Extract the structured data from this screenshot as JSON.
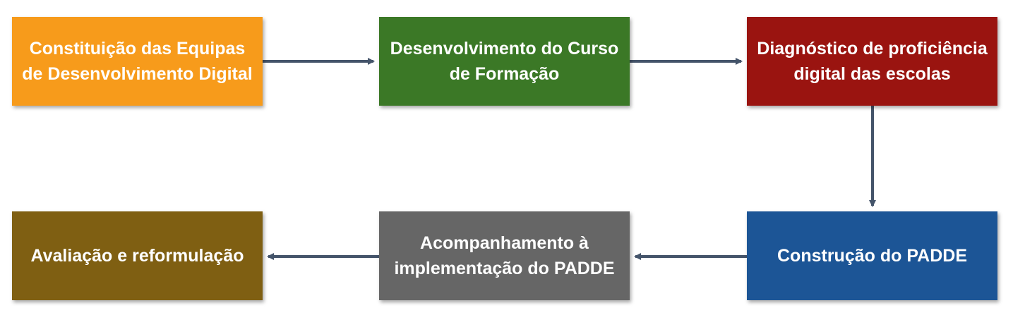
{
  "colors": {
    "arrow": "#44546A"
  },
  "steps": [
    {
      "label": "Constituição das Equipas de Desenvolvimento Digital",
      "color": "#F79B1B"
    },
    {
      "label": "Desenvolvimento do Curso de Formação",
      "color": "#3B7826"
    },
    {
      "label": "Diagnóstico de proficiência digital das escolas",
      "color": "#9A1410"
    },
    {
      "label": "Construção do PADDE",
      "color": "#1C5596"
    },
    {
      "label": "Acompanhamento à implementação do PADDE",
      "color": "#666666"
    },
    {
      "label": "Avaliação e reformulação",
      "color": "#7F5F12"
    }
  ]
}
